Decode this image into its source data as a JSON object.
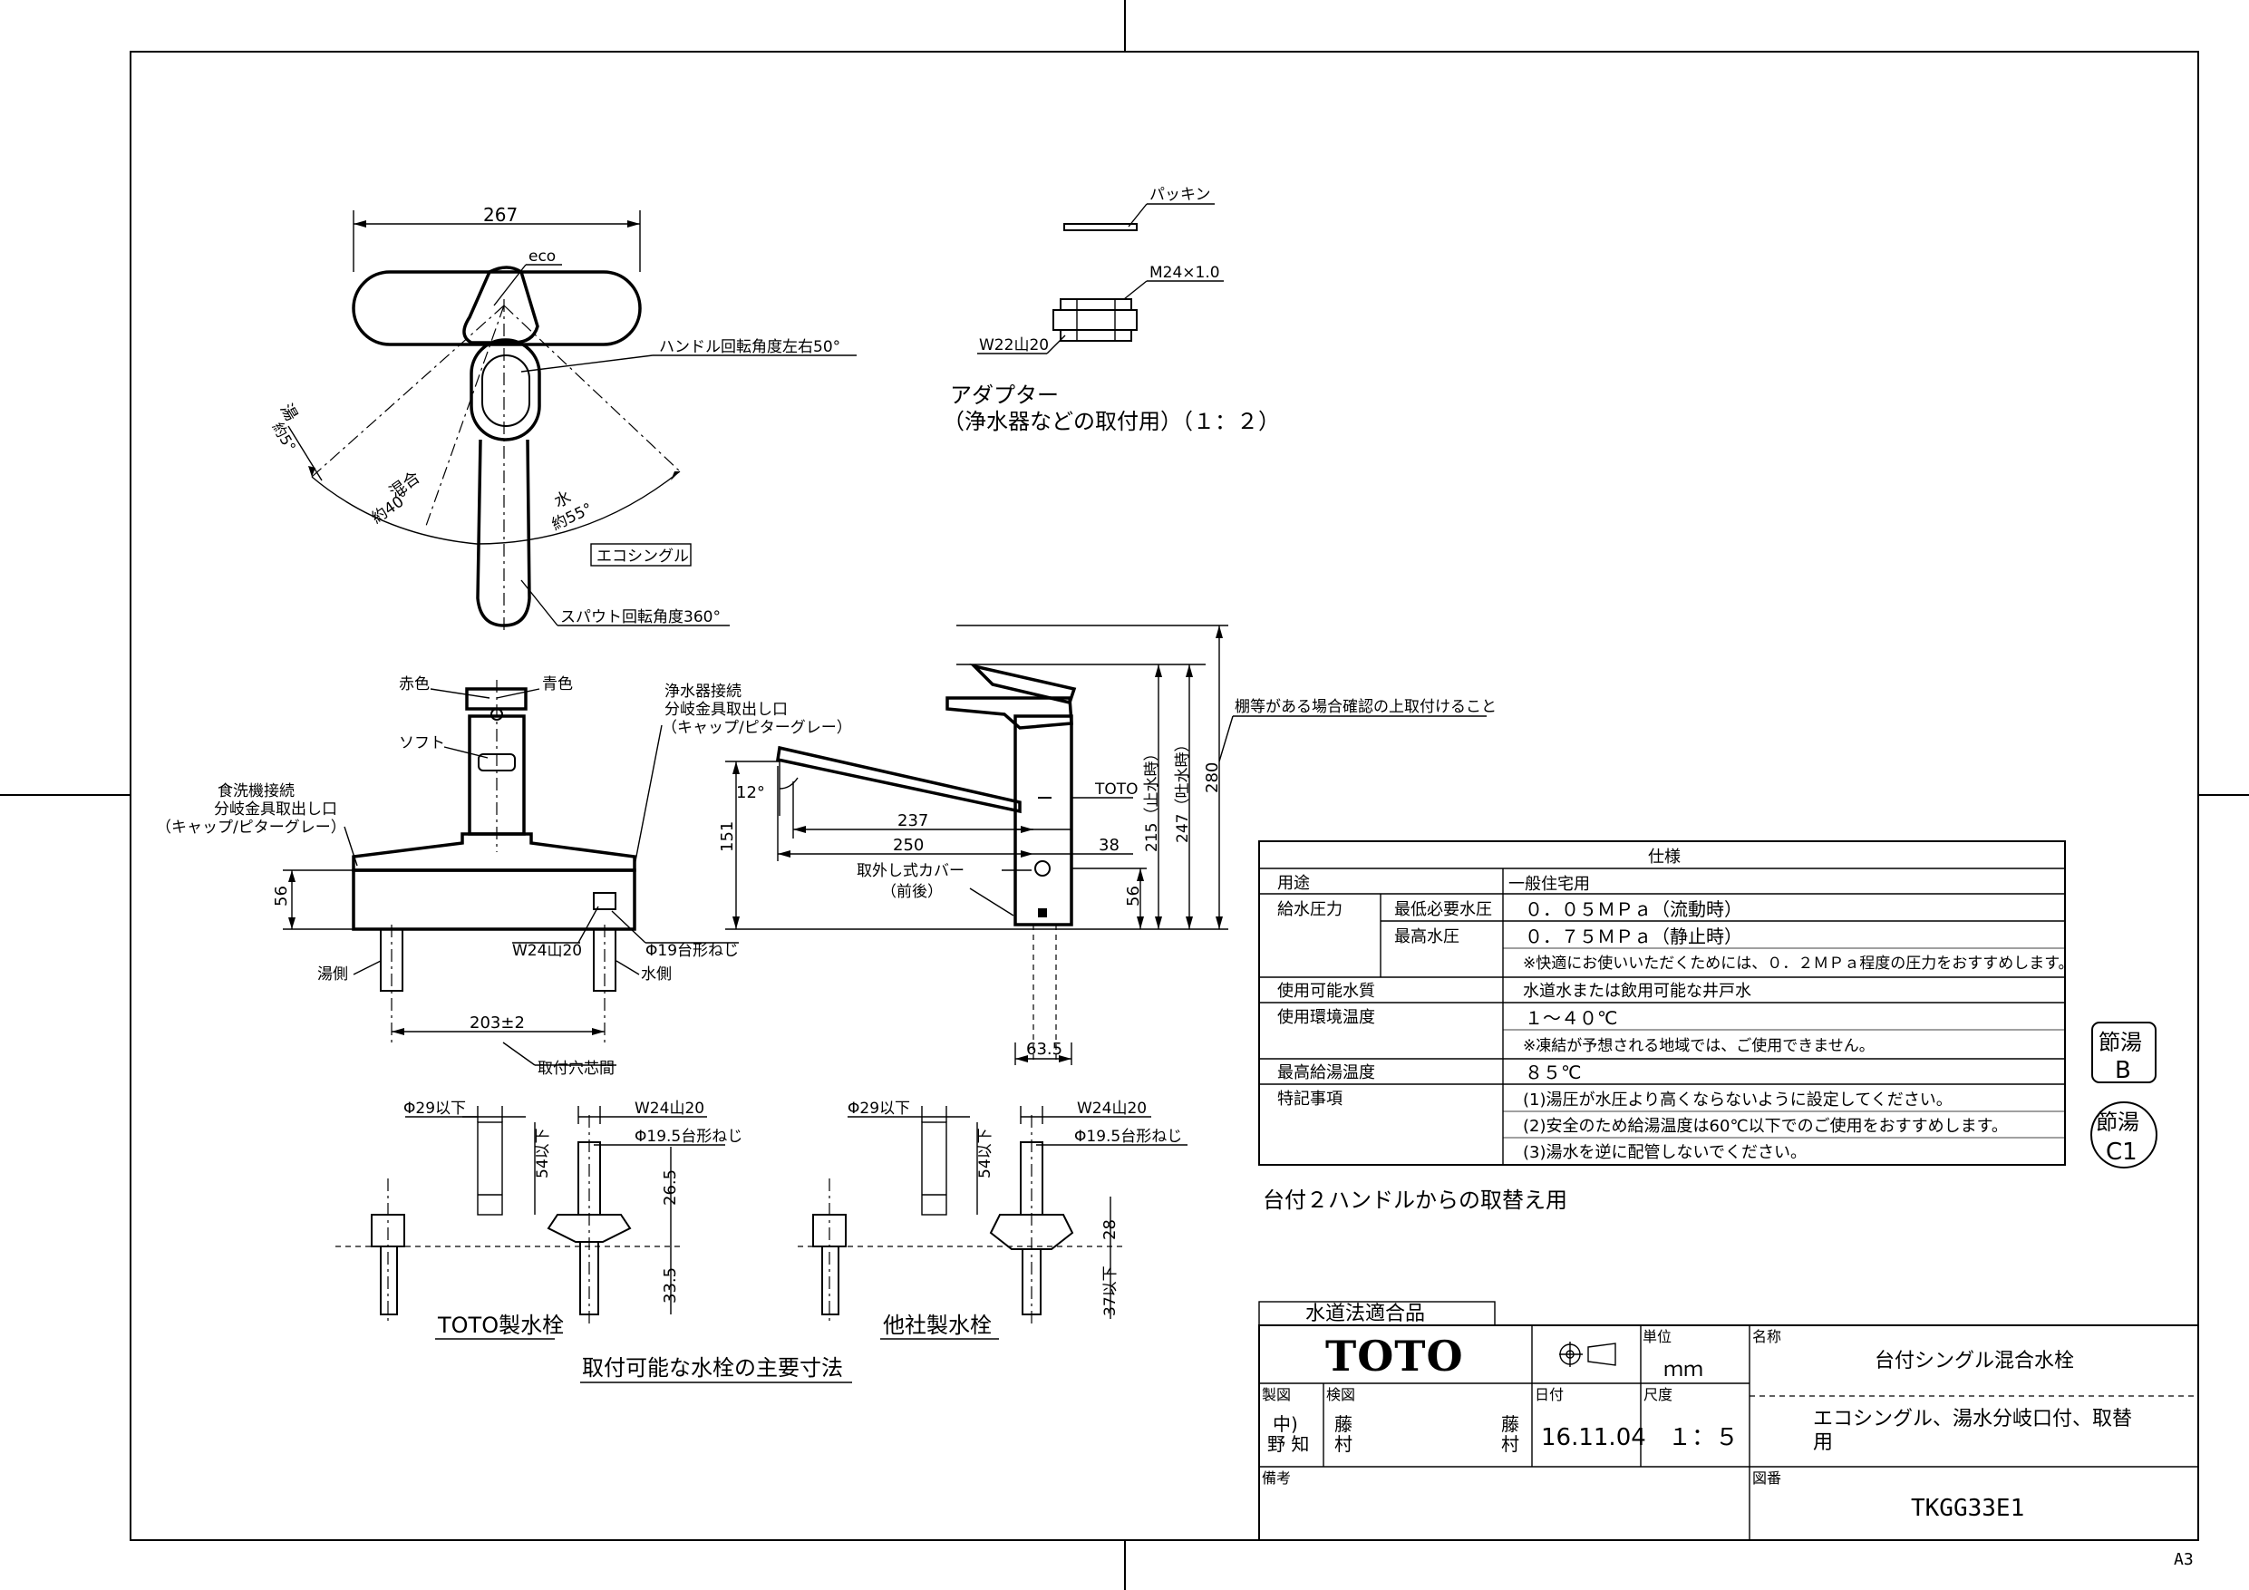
{
  "sheet": {
    "size": "A3"
  },
  "top_view": {
    "width": "267",
    "eco": "eco",
    "handle_rotation": "ハンドル回転角度左右50°",
    "hot_label": "湯",
    "hot_angle": "約5°",
    "mix_label": "混合",
    "mix_angle": "約40°",
    "cold_label": "水",
    "cold_angle": "約55°",
    "eco_single": "エコシングル",
    "spout_rotation": "スパウト回転角度360°"
  },
  "adapter": {
    "packing": "パッキン",
    "thread": "M24×1.0",
    "w22": "W22山20",
    "title": "アダプター",
    "subtitle": "（浄水器などの取付用）（１：２）"
  },
  "front_view": {
    "red": "赤色",
    "blue": "青色",
    "soft": "ソフト",
    "purifier_1": "浄水器接続",
    "purifier_2": "分岐金具取出し口",
    "purifier_3": "（キャップ/ピターグレー）",
    "dishwasher_1": "食洗機接続",
    "dishwasher_2": "分岐金具取出し口",
    "dishwasher_3": "（キャップ/ピターグレー）",
    "h56": "56",
    "w24": "W24山20",
    "phi19": "Φ19台形ねじ",
    "hot_side": "湯側",
    "cold_side": "水側",
    "pitch": "203±2",
    "pitch_label": "取付穴芯間"
  },
  "side_view": {
    "angle": "12°",
    "d237": "237",
    "d250": "250",
    "d38": "38",
    "d151": "151",
    "d56": "56",
    "d215": "215（止水時）",
    "d247": "247（吐水時）",
    "d280": "280",
    "toto": "TOTO",
    "cover_1": "取外し式カバー",
    "cover_2": "（前後）",
    "d635": "63.5",
    "shelf_note": "棚等がある場合確認の上取付けること"
  },
  "taps": {
    "left": {
      "phi29": "Φ29以下",
      "w24": "W24山20",
      "phi195": "Φ19.5台形ねじ",
      "d54": "54以下",
      "d265": "26.5",
      "d335": "33.5",
      "caption": "TOTO製水栓"
    },
    "right": {
      "phi29": "Φ29以下",
      "w24": "W24山20",
      "phi195": "Φ19.5台形ねじ",
      "d54": "54以下",
      "d28": "28",
      "d37": "37以下",
      "caption": "他社製水栓"
    },
    "section_caption": "取付可能な水栓の主要寸法"
  },
  "spec": {
    "title": "仕様",
    "rows": [
      {
        "label": "用途",
        "sub": "",
        "value": "一般住宅用"
      },
      {
        "label": "給水圧力",
        "sub": "最低必要水圧",
        "value": "０．０５ＭＰａ（流動時）"
      },
      {
        "label": "",
        "sub": "最高水圧",
        "value": "０．７５ＭＰａ（静止時）"
      },
      {
        "label": "",
        "sub": "",
        "value": "※快適にお使いいただくためには、０．２ＭＰａ程度の圧力をおすすめします。"
      },
      {
        "label": "使用可能水質",
        "sub": "",
        "value": "水道水または飲用可能な井戸水"
      },
      {
        "label": "使用環境温度",
        "sub": "",
        "value": "１～４０℃"
      },
      {
        "label": "",
        "sub": "",
        "value": "※凍結が予想される地域では、ご使用できません。"
      },
      {
        "label": "最高給湯温度",
        "sub": "",
        "value": "８５℃"
      },
      {
        "label": "特記事項",
        "sub": "",
        "value": "(1)湯圧が水圧より高くならないように設定してください。"
      },
      {
        "label": "",
        "sub": "",
        "value": "(2)安全のため給湯温度は60℃以下でのご使用をおすすめします。"
      },
      {
        "label": "",
        "sub": "",
        "value": "(3)湯水を逆に配管しないでください。"
      }
    ],
    "note": "台付２ハンドルからの取替え用"
  },
  "badges": {
    "b1_top": "節湯",
    "b1_bottom": "B",
    "b2_top": "節湯",
    "b2_bottom": "C1"
  },
  "title_block": {
    "water_law": "水道法適合品",
    "brand": "TOTO",
    "unit_label": "単位",
    "unit_value": "ｍｍ",
    "name_label": "名称",
    "name_value": "台付シングル混合水栓",
    "drawn_label": "製図",
    "drawn_value_1": "中)",
    "drawn_value_2": "野 知",
    "checked_label": "検図",
    "checked_value_1": "藤",
    "checked_value_2": "村",
    "approved_value_1": "藤",
    "approved_value_2": "村",
    "date_label": "日付",
    "date_value": "16.11.04",
    "scale_label": "尺度",
    "scale_value": "１：５",
    "description_1": "エコシングル、湯水分岐口付、取替",
    "description_2": "用",
    "remarks_label": "備考",
    "drawing_no_label": "図番",
    "drawing_no": "TKGG33E1"
  }
}
